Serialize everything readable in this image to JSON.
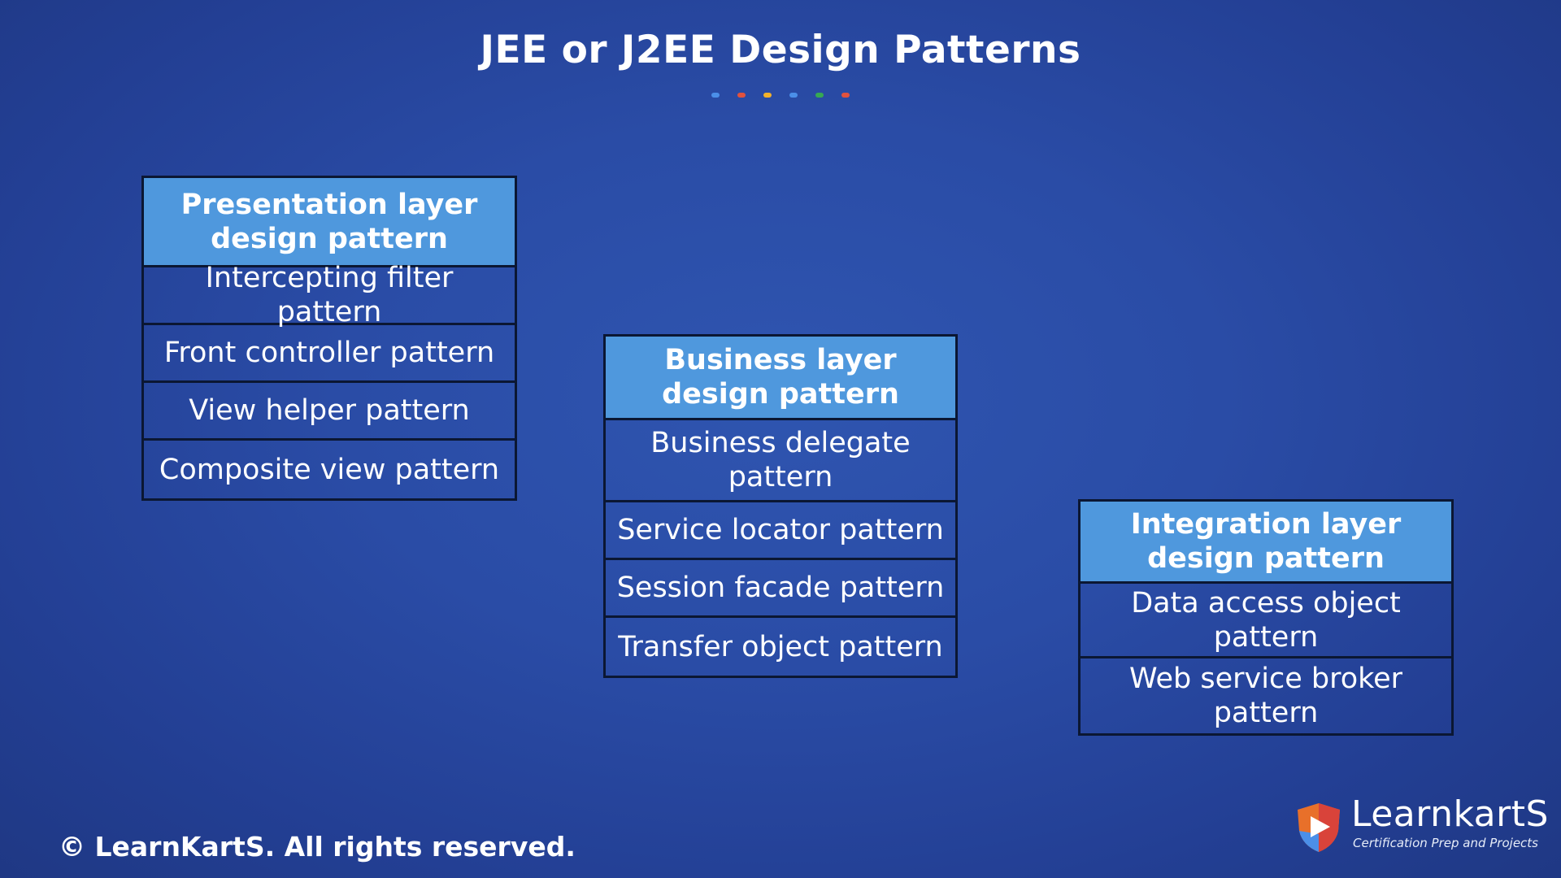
{
  "title": "JEE or J2EE Design Patterns",
  "dots": [
    "#4b8fe8",
    "#e0523e",
    "#f2b12b",
    "#4b8fe8",
    "#36a853",
    "#e0523e"
  ],
  "panels": {
    "presentation": {
      "heading": "Presentation layer design pattern",
      "rows": [
        "Intercepting filter pattern",
        "Front controller pattern",
        "View helper pattern",
        "Composite view pattern"
      ]
    },
    "business": {
      "heading": "Business layer design pattern",
      "rows": [
        "Business delegate pattern",
        "Service locator pattern",
        "Session facade pattern",
        "Transfer object pattern"
      ]
    },
    "integration": {
      "heading": "Integration layer design pattern",
      "rows": [
        "Data access object pattern",
        "Web service broker pattern"
      ]
    }
  },
  "footer": {
    "copyright": "© LearnKartS. All rights reserved."
  },
  "logo": {
    "name": "LearnkartS",
    "tagline": "Certification Prep and Projects",
    "icon": "shield-play-icon"
  },
  "colors": {
    "header_fill": "#4f98dd",
    "border": "#0b1733",
    "background": "#2a4ca6"
  }
}
